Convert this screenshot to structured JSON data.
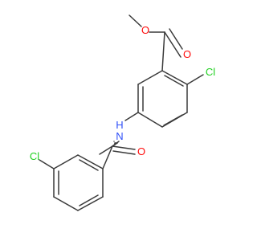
{
  "molecule": {
    "atoms": [
      {
        "id": "O_methoxy",
        "element": "O",
        "label": "O",
        "color": "#ff0d0d"
      },
      {
        "id": "O_carbonyl_ester",
        "element": "O",
        "label": "O",
        "color": "#ff0d0d"
      },
      {
        "id": "Cl_ring_right",
        "element": "Cl",
        "label": "Cl",
        "color": "#1fd01f"
      },
      {
        "id": "N_amide",
        "element": "N",
        "label": "N",
        "color": "#3050f8"
      },
      {
        "id": "H_amide",
        "element": "H",
        "label": "H",
        "color": "#3050f8"
      },
      {
        "id": "O_carbonyl_amide",
        "element": "O",
        "label": "O",
        "color": "#ff0d0d"
      },
      {
        "id": "Cl_ring_left",
        "element": "Cl",
        "label": "Cl",
        "color": "#1fd01f"
      }
    ],
    "bond_color": "#3a3a3a"
  }
}
